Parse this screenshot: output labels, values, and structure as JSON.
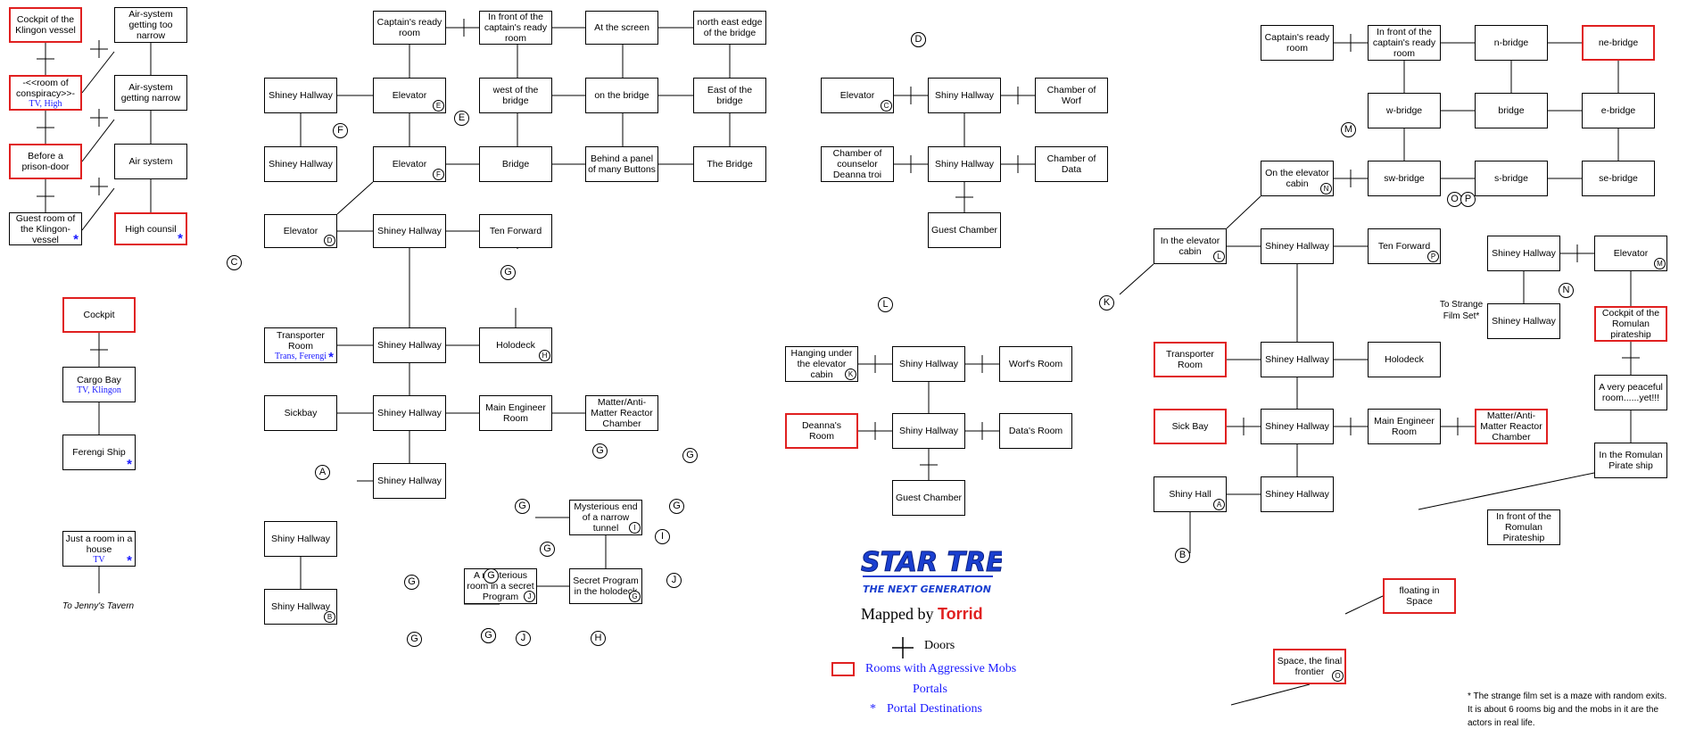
{
  "colors": {
    "aggressive": "#e02020",
    "portal": "#1a1aff",
    "line": "#000000"
  },
  "rooms": [
    {
      "label": "Cockpit of the Klingon vessel",
      "agg": true
    },
    {
      "label": "Air-system getting too narrow"
    },
    {
      "label": "-<<room of conspiracy>>-",
      "agg": true,
      "sub": "TV, High"
    },
    {
      "label": "Air-system getting narrow"
    },
    {
      "label": "Before a prison-door",
      "agg": true
    },
    {
      "label": "Air system"
    },
    {
      "label": "Guest room of the Klingon-vessel",
      "star": true
    },
    {
      "label": "High counsil",
      "agg": true,
      "star": true
    },
    {
      "label": "Cockpit",
      "agg": true
    },
    {
      "label": "Cargo Bay",
      "sub": "TV, Klingon"
    },
    {
      "label": "Ferengi Ship",
      "star": true
    },
    {
      "label": "Just a room in a house",
      "sub": "TV",
      "star": true
    },
    {
      "label": "Captain's ready room"
    },
    {
      "label": "In front of the captain's ready room"
    },
    {
      "label": "At the screen"
    },
    {
      "label": "north east edge of the bridge"
    },
    {
      "label": "Shiney Hallway"
    },
    {
      "label": "Elevator",
      "badge": "E"
    },
    {
      "label": "west of the bridge"
    },
    {
      "label": "on the bridge"
    },
    {
      "label": "East of the bridge"
    },
    {
      "label": "Shiney Hallway"
    },
    {
      "label": "Elevator",
      "badge": "F"
    },
    {
      "label": "Bridge"
    },
    {
      "label": "Behind a panel of many Buttons"
    },
    {
      "label": "The Bridge"
    },
    {
      "label": "Elevator",
      "badge": "D"
    },
    {
      "label": "Shiney Hallway"
    },
    {
      "label": "Ten Forward"
    },
    {
      "label": "Transporter Room",
      "sub": "Trans, Ferengi",
      "star": true
    },
    {
      "label": "Shiney Hallway"
    },
    {
      "label": "Holodeck",
      "badge": "H"
    },
    {
      "label": "Sickbay"
    },
    {
      "label": "Shiney Hallway"
    },
    {
      "label": "Main Engineer Room"
    },
    {
      "label": "Matter/Anti-Matter Reactor Chamber"
    },
    {
      "label": "Shiney Hallway"
    },
    {
      "label": "Mysterious end of a narrow tunnel",
      "badge": "I"
    },
    {
      "label": "Shiny Hallway"
    },
    {
      "label": "A mysterious room in a secret Program",
      "badge": "J"
    },
    {
      "label": "Secret Program in the holodeck",
      "badge": "G"
    },
    {
      "label": "Shiny Hallway",
      "badge": "B"
    },
    {
      "label": "Elevator",
      "badge": "C"
    },
    {
      "label": "Shiny Hallway"
    },
    {
      "label": "Chamber of Worf"
    },
    {
      "label": "Chamber of counselor Deanna troi"
    },
    {
      "label": "Shiny Hallway"
    },
    {
      "label": "Chamber of Data"
    },
    {
      "label": "Guest Chamber"
    },
    {
      "label": "Hanging under the elevator cabin",
      "badge": "K"
    },
    {
      "label": "Shiny Hallway"
    },
    {
      "label": "Worf's Room"
    },
    {
      "label": "Deanna's Room",
      "agg": true
    },
    {
      "label": "Shiny Hallway"
    },
    {
      "label": "Data's Room"
    },
    {
      "label": "Guest Chamber"
    },
    {
      "label": "Captain's ready room"
    },
    {
      "label": "In front of the captain's ready room"
    },
    {
      "label": "n-bridge"
    },
    {
      "label": "ne-bridge",
      "agg": true
    },
    {
      "label": "w-bridge"
    },
    {
      "label": "bridge"
    },
    {
      "label": "e-bridge"
    },
    {
      "label": "On the elevator cabin",
      "badge": "N"
    },
    {
      "label": "sw-bridge"
    },
    {
      "label": "s-bridge"
    },
    {
      "label": "se-bridge"
    },
    {
      "label": "In the elevator cabin",
      "badge": "L"
    },
    {
      "label": "Shiney Hallway"
    },
    {
      "label": "Ten Forward",
      "badge": "P"
    },
    {
      "label": "Shiney Hallway"
    },
    {
      "label": "Elevator",
      "badge": "M"
    },
    {
      "label": "Shiney Hallway"
    },
    {
      "label": "Cockpit of the Romulan pirateship",
      "agg": true
    },
    {
      "label": "Transporter Room",
      "agg": true
    },
    {
      "label": "Shiney Hallway"
    },
    {
      "label": "Holodeck"
    },
    {
      "label": "A very peaceful room......yet!!!"
    },
    {
      "label": "Sick Bay",
      "agg": true
    },
    {
      "label": "Shiney Hallway"
    },
    {
      "label": "Main Engineer Room"
    },
    {
      "label": "Matter/Anti-Matter Reactor Chamber",
      "agg": true
    },
    {
      "label": "In the Romulan Pirate ship"
    },
    {
      "label": "Shiny Hall",
      "badge": "A"
    },
    {
      "label": "Shiney Hallway"
    },
    {
      "label": "In front of the Romulan Pirateship"
    },
    {
      "label": "floating in Space",
      "agg": true
    },
    {
      "label": "Space, the final frontier",
      "agg": true,
      "badge": "O"
    }
  ],
  "markers": [
    "D",
    "E",
    "F",
    "C",
    "G",
    "G",
    "G",
    "G",
    "G",
    "G",
    "G",
    "G",
    "G",
    "G",
    "H",
    "I",
    "J",
    "J",
    "A",
    "L",
    "K",
    "M",
    "O",
    "N",
    "B",
    "P",
    "D",
    "G"
  ],
  "notes": {
    "jennys_tavern": "To Jenny's Tavern",
    "strange_film": "To Strange Film Set*",
    "footnote_1": "* The strange film set is a maze with random exits.",
    "footnote_2": "It is about 6 rooms big and the mobs in it are the",
    "footnote_3": "actors in real life."
  },
  "credits": {
    "mapped_by": "Mapped by",
    "author": "Torrid"
  },
  "legend": {
    "doors": "Doors",
    "aggressive": "Rooms with Aggressive Mobs",
    "portals": "Portals",
    "destinations": "Portal Destinations",
    "star": "*"
  },
  "logo": {
    "line1": "STAR TREK",
    "line2": "THE NEXT GENERATION"
  }
}
